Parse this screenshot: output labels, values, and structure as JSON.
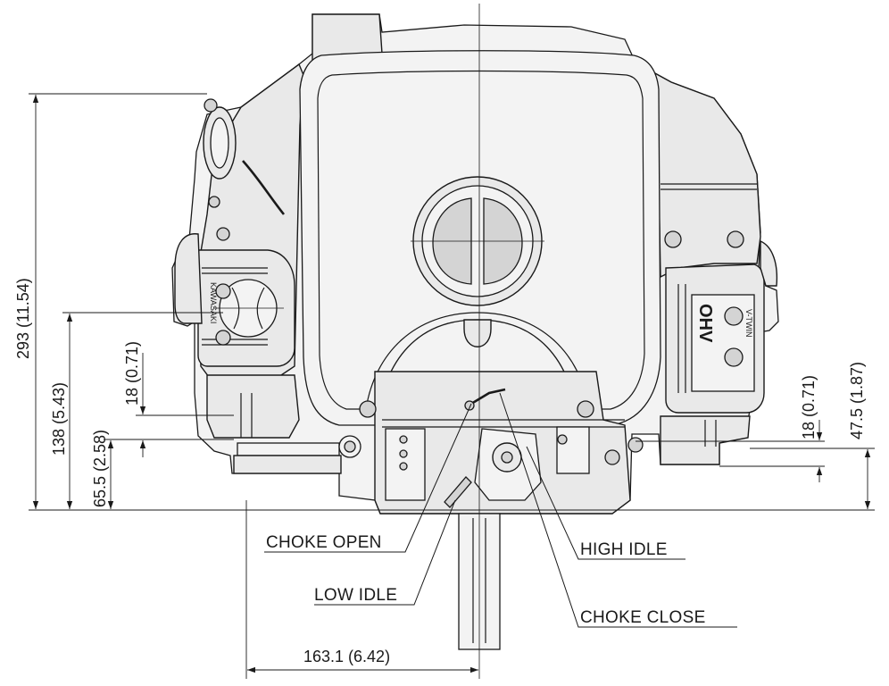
{
  "dimensions": {
    "overall_height": "293 (11.54)",
    "left_height_138": "138 (5.43)",
    "left_height_65": "65.5 (2.58)",
    "left_offset_18": "18 (0.71)",
    "right_offset_18": "18 (0.71)",
    "right_height_47": "47.5 (1.87)",
    "horizontal_163": "163.1 (6.42)"
  },
  "callouts": {
    "choke_open": "CHOKE OPEN",
    "low_idle": "LOW IDLE",
    "high_idle": "HIGH IDLE",
    "choke_close": "CHOKE CLOSE"
  },
  "engine_markings": {
    "left_head": "KAWASAKI",
    "right_head_ohv": "OHV",
    "right_head_sub": "V-TWIN"
  }
}
